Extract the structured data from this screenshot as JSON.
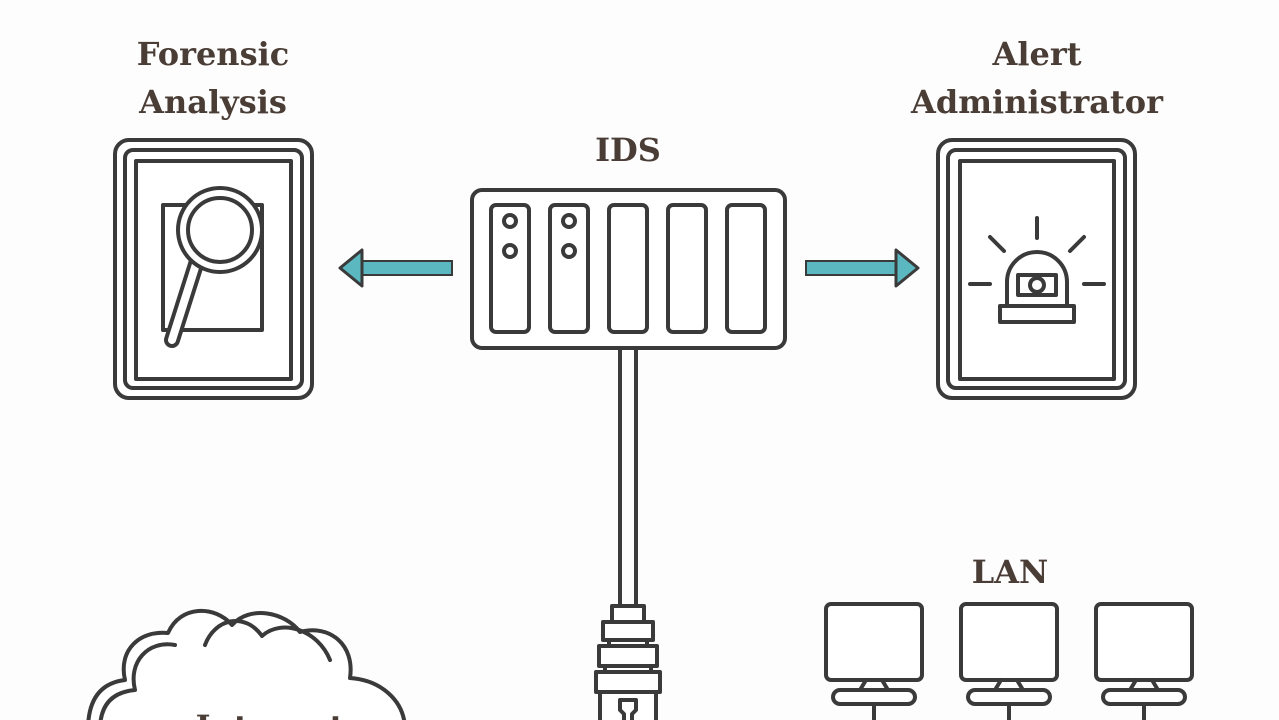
{
  "labels": {
    "forensic_line1": "Forensic",
    "forensic_line2": "Analysis",
    "ids": "IDS",
    "alert_line1": "Alert",
    "alert_line2": "Administrator",
    "lan": "LAN",
    "internet": "Internet"
  },
  "icons": [
    "magnifier-document-icon",
    "alarm-siren-icon",
    "server-rack-icon",
    "ethernet-connector-icon",
    "monitor-icon",
    "cloud-icon",
    "arrow-left-icon",
    "arrow-right-icon"
  ],
  "colors": {
    "text": "#4a3d36",
    "line": "#3a3a3a",
    "arrow": "#5bb8c0",
    "background": "#fdfdfd"
  }
}
